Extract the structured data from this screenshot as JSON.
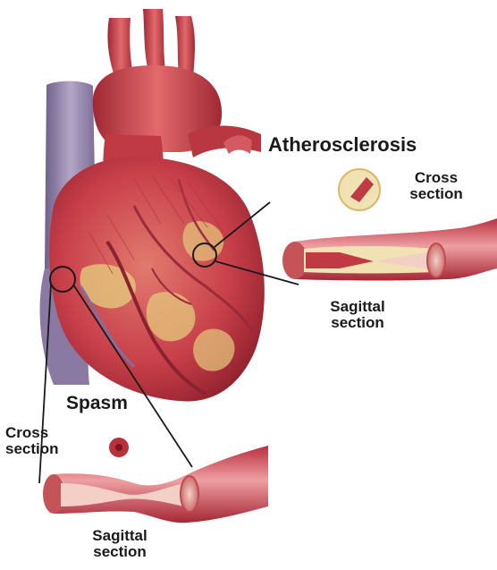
{
  "labels": {
    "atherosclerosis": "Atherosclerosis",
    "athero_cross_line1": "Cross",
    "athero_cross_line2": "section",
    "athero_sagittal_line1": "Sagittal",
    "athero_sagittal_line2": "section",
    "spasm": "Spasm",
    "spasm_cross_line1": "Cross",
    "spasm_cross_line2": "section",
    "spasm_sagittal_line1": "Sagittal",
    "spasm_sagittal_line2": "section"
  },
  "colors": {
    "heart_red": "#c8404a",
    "heart_dark": "#8e1f2c",
    "fat_yellow": "#e3c27a",
    "vein_purple": "#8f7fa6",
    "plaque_cream": "#f1e2b4",
    "artery_pink": "#e79aa0",
    "outline": "#1a1a1a"
  }
}
